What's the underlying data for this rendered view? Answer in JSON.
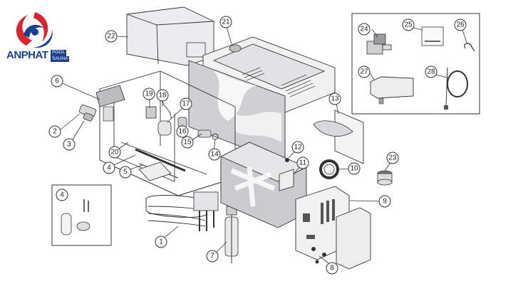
{
  "logo": {
    "brand": "ANPHAT",
    "sub_top": "POOL &",
    "sub_bottom": "SAUNA",
    "colors": {
      "red": "#d8262e",
      "blue": "#1a3f8f"
    }
  },
  "callouts": [
    "1",
    "2",
    "3",
    "4",
    "5",
    "6",
    "7",
    "8",
    "9",
    "10",
    "11",
    "12",
    "13",
    "14",
    "15",
    "16",
    "17",
    "18",
    "19",
    "20",
    "21",
    "22",
    "23",
    "24",
    "25",
    "26",
    "27",
    "28"
  ],
  "inset_small_label": "4",
  "colors": {
    "line": "#333333",
    "body_fill": "#e6e6e8",
    "swirl": "#a8a8b0"
  }
}
